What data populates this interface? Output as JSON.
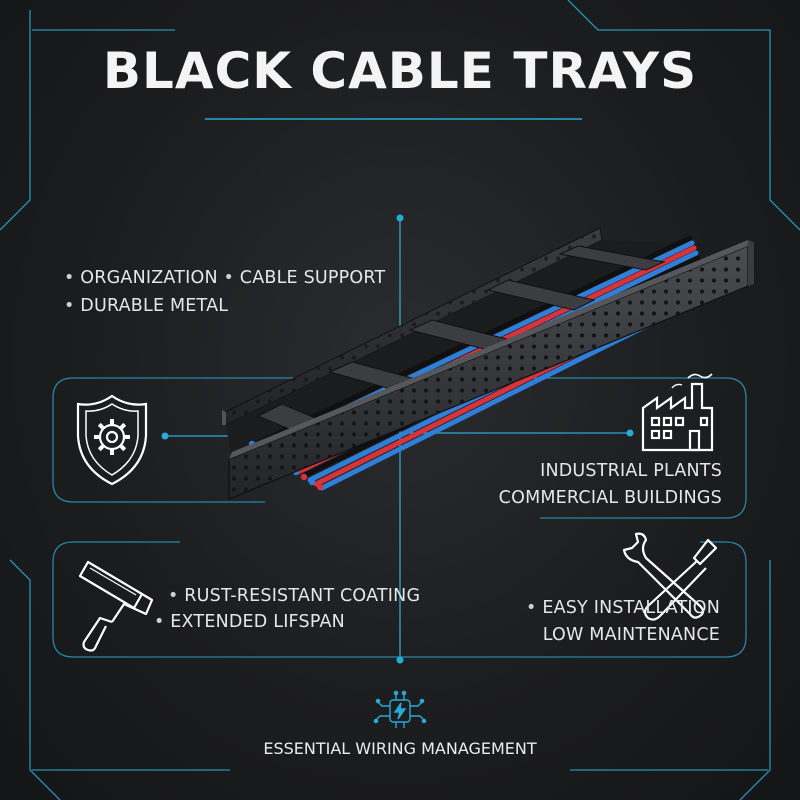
{
  "title": "BLACK CABLE TRAYS",
  "features_top": {
    "line1_a": "ORGANIZATION",
    "line1_b": "CABLE SUPPORT",
    "line2": "DURABLE METAL"
  },
  "applications": {
    "line1": "INDUSTRIAL PLANTS",
    "line2": "COMMERCIAL BUILDINGS"
  },
  "coating": {
    "line1": "RUST-RESISTANT COATING",
    "line2": "EXTENDED LIFSPAN"
  },
  "installation": {
    "line1": "EASY INSTALLATION",
    "line2": "LOW MAINTENANCE"
  },
  "footer": "ESSENTIAL WIRING MANAGEMENT",
  "icons": [
    "shield-gear-icon",
    "factory-icon",
    "paint-roller-icon",
    "wrench-screwdriver-icon",
    "circuit-bolt-icon"
  ],
  "colors": {
    "accent": "#2aa9d6",
    "background": "#1c1d1f",
    "tray": "#2e2f32",
    "cable_red": "#d8323a",
    "cable_blue": "#2f7fd8"
  }
}
